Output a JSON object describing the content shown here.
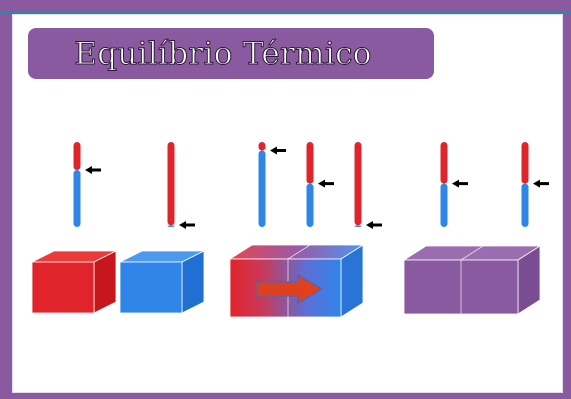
{
  "slide": {
    "title": "Equilíbrio Térmico"
  },
  "colors": {
    "frame": "#8a5aa0",
    "accent_line": "#2c8aa0",
    "hot": "#e0242c",
    "cold": "#2f86e8",
    "mixed": "#8a5aa0",
    "arrow_fill": "#e0401e",
    "arrow_stroke": "#4a66b8",
    "pointer": "#000000"
  },
  "diagram": {
    "stages": [
      {
        "name": "before",
        "thermometers": [
          {
            "id": "hot-body",
            "level": 0.33,
            "pointer_side": "right"
          },
          {
            "id": "cold-body",
            "level": 0.98,
            "pointer_side": "right"
          }
        ],
        "blocks": [
          {
            "id": "hot-block",
            "fill": "hot"
          },
          {
            "id": "cold-block",
            "fill": "cold"
          }
        ]
      },
      {
        "name": "heat-transfer",
        "thermometers": [
          {
            "id": "hot-start",
            "level": 0.1,
            "pointer_side": "right"
          },
          {
            "id": "hot-cooling",
            "level": 0.49,
            "pointer_side": "right"
          },
          {
            "id": "cold-start",
            "level": 0.98,
            "pointer_side": "right"
          }
        ],
        "blocks": [
          {
            "id": "gradient-block",
            "fill": "hot-to-cold",
            "arrow": "heat-flow-right"
          }
        ]
      },
      {
        "name": "equilibrium",
        "thermometers": [
          {
            "id": "eq-left",
            "level": 0.49,
            "pointer_side": "right"
          },
          {
            "id": "eq-right",
            "level": 0.49,
            "pointer_side": "right"
          }
        ],
        "blocks": [
          {
            "id": "equilibrium-block",
            "fill": "mixed"
          }
        ]
      }
    ]
  }
}
